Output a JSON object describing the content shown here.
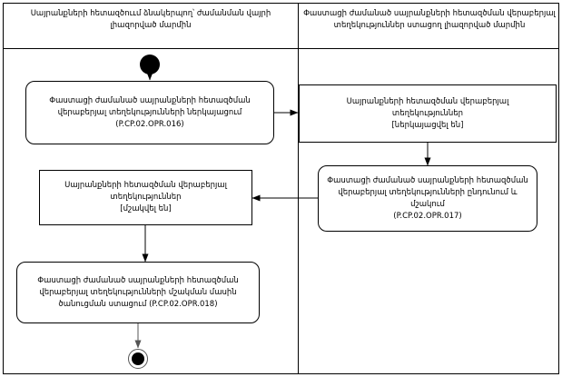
{
  "diagram": {
    "type": "activity-diagram",
    "swimlanes": [
      {
        "id": "left",
        "title": "Սայրանքների հետազծոււմ ձնակերպող՝ ժամանման վայրի լիազորված մարմին"
      },
      {
        "id": "right",
        "title": "Փաստացի ժամանած սայրանքների հետազծման վերաբերյալ տեղեկություններ ստացող լիազորված մարմին"
      }
    ],
    "nodes": [
      {
        "id": "start",
        "type": "initial-node",
        "lane": "left"
      },
      {
        "id": "activity-016",
        "type": "activity",
        "lane": "left",
        "lines": [
          "Փաստացի ժամանած սայրանքների հետազծման",
          "վերաբերյալ տեղեկությունների ներկայացում",
          "(P.CP.02.OPR.016)"
        ]
      },
      {
        "id": "object-generated",
        "type": "object",
        "lane": "right",
        "lines": [
          "Սայրանքների հետազծման վերաբերյալ",
          "տեղեկություններ",
          "[ներկայացվել են]"
        ]
      },
      {
        "id": "activity-017",
        "type": "activity",
        "lane": "right",
        "lines": [
          "Փաստացի ժամանած սայրանքների հետազծման",
          "վերաբերյալ տեղեկությունների ընդունում և",
          "մշակում",
          "(P.CP.02.OPR.017)"
        ]
      },
      {
        "id": "object-processed",
        "type": "object",
        "lane": "left",
        "lines": [
          "Սայրանքների հետազծման վերաբերյալ",
          "տեղեկություններ",
          "[մշակվել են]"
        ]
      },
      {
        "id": "activity-018",
        "type": "activity",
        "lane": "left",
        "lines": [
          "Փաստացի ժամանած սայրանքների հետազծման",
          "վերաբերյալ տեղեկությունների մշակման մասին",
          "ծանուցման ստացում (P.CP.02.OPR.018)"
        ]
      },
      {
        "id": "end",
        "type": "final-node",
        "lane": "left"
      }
    ],
    "edges": [
      {
        "from": "start",
        "to": "activity-016"
      },
      {
        "from": "activity-016",
        "to": "object-generated"
      },
      {
        "from": "object-generated",
        "to": "activity-017"
      },
      {
        "from": "activity-017",
        "to": "object-processed"
      },
      {
        "from": "object-processed",
        "to": "activity-018"
      },
      {
        "from": "activity-018",
        "to": "end"
      }
    ]
  },
  "colors": {
    "line": "#000000",
    "background": "#ffffff",
    "node_fill": "#ffffff"
  }
}
